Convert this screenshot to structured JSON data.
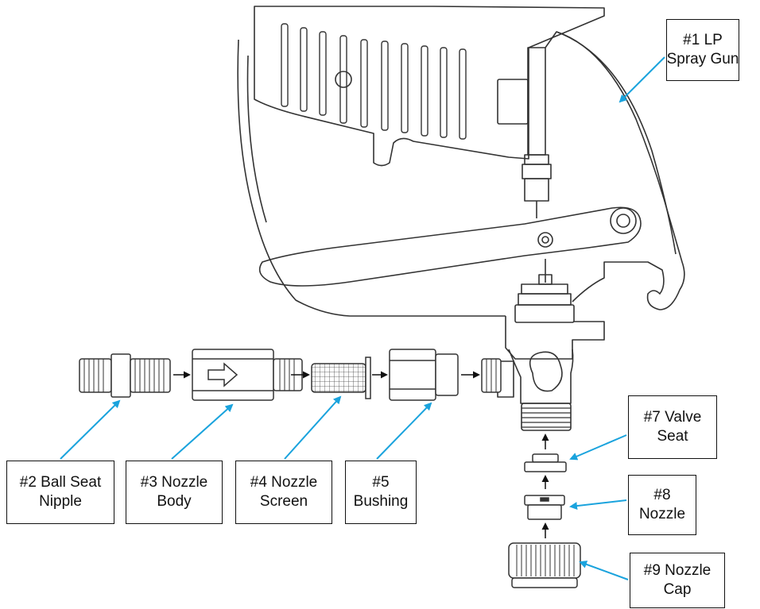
{
  "diagram": {
    "labels": {
      "part1": {
        "line1": "#1 LP",
        "line2": "Spray Gun"
      },
      "part2": {
        "line1": "#2 Ball Seat",
        "line2": "Nipple"
      },
      "part3": {
        "line1": "#3 Nozzle",
        "line2": "Body"
      },
      "part4": {
        "line1": "#4 Nozzle",
        "line2": "Screen"
      },
      "part5": {
        "line1": "#5",
        "line2": "Bushing"
      },
      "part7": {
        "line1": "#7 Valve",
        "line2": "Seat"
      },
      "part8": {
        "line1": "#8",
        "line2": "Nozzle"
      },
      "part9": {
        "line1": "#9 Nozzle",
        "line2": "Cap"
      }
    },
    "colors": {
      "leader": "#1aa3dd",
      "outline": "#333333",
      "text": "#111111"
    }
  }
}
